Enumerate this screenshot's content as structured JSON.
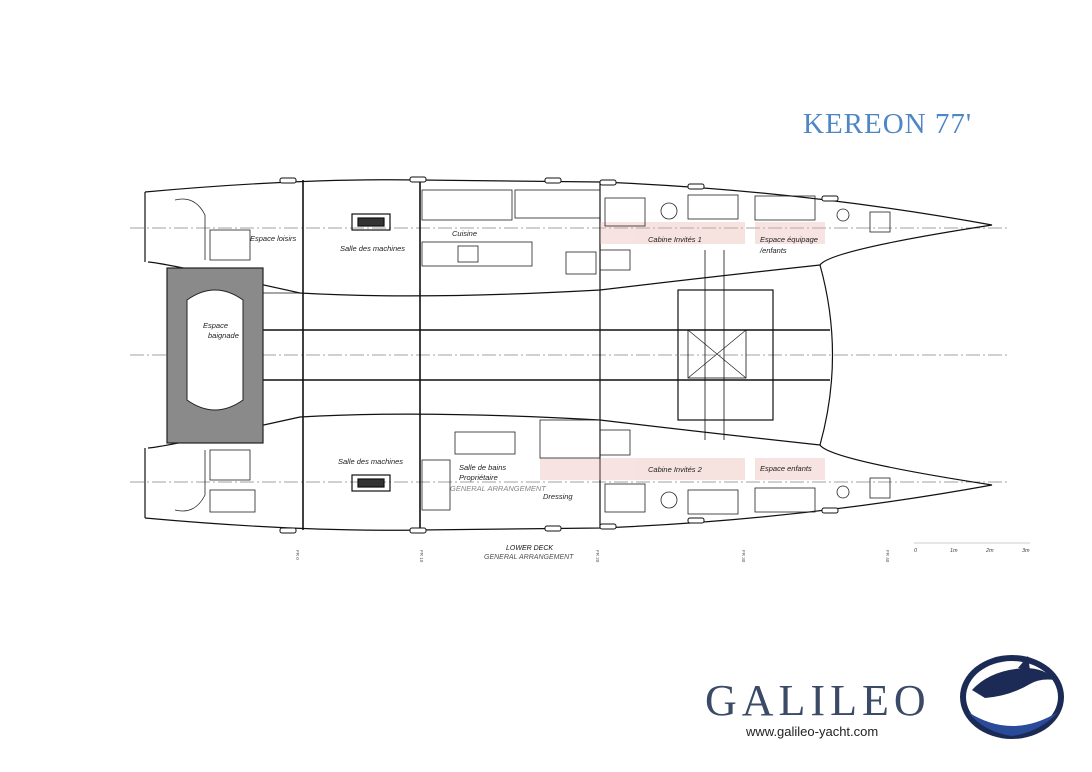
{
  "model_title": "KEREON 77'",
  "deck": {
    "title": "LOWER DECK",
    "subtitle": "GENERAL ARRANGEMENT"
  },
  "rooms": {
    "espace_loisirs": "Espace loisirs",
    "salle_machines_port": "Salle des machines",
    "salle_machines_stbd": "Salle des machines",
    "cuisine": "Cuisine",
    "espace_baignade_1": "Espace",
    "espace_baignade_2": "baignade",
    "cabine_invites_1": "Cabine Invités 1",
    "espace_equipage_1": "Espace équipage",
    "espace_equipage_2": "/enfants",
    "salle_bains_1": "Salle de bains",
    "salle_bains_2": "Propriétaire",
    "dressing": "Dressing",
    "cabine_invites_2": "Cabine Invités 2",
    "espace_enfants": "Espace enfants",
    "general_arrangement_overlay": "GENERAL ARRANGEMENT"
  },
  "frame_ticks": [
    "FR 0",
    "FR 10",
    "FR 20",
    "FR 30",
    "FR 40"
  ],
  "scale_bar": [
    "0",
    "1m",
    "2m",
    "3m"
  ],
  "brand": {
    "name": "GALILEO",
    "url": "www.galileo-yacht.com",
    "logo_icon": "dolphin-emblem-icon"
  },
  "colors": {
    "title_blue": "#4f86c6",
    "brand_navy": "#3b4a66",
    "cabin_highlight": "#e8b0a8",
    "tender_grey": "#8a8a8a"
  }
}
